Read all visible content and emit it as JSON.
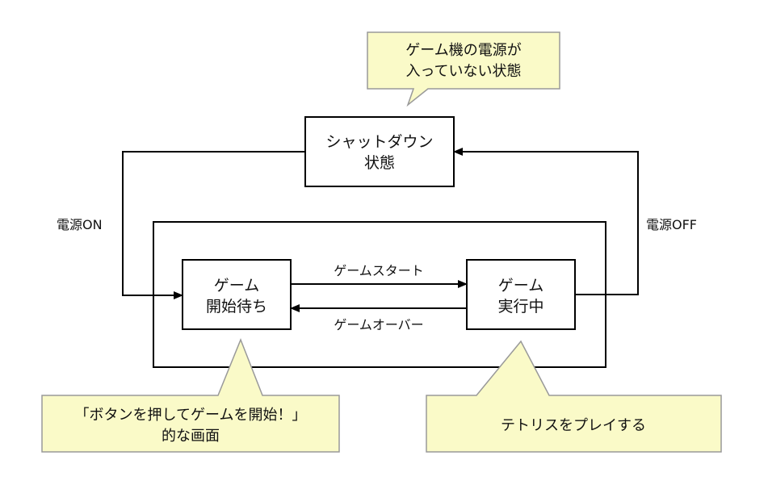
{
  "colors": {
    "line": "#000000",
    "note_fill": "#fafac8",
    "note_stroke": "#999999",
    "background": "#ffffff"
  },
  "states": {
    "shutdown": {
      "line1": "シャットダウン",
      "line2": "状態"
    },
    "waiting": {
      "line1": "ゲーム",
      "line2": "開始待ち"
    },
    "running": {
      "line1": "ゲーム",
      "line2": "実行中"
    }
  },
  "transitions": {
    "power_on": "電源ON",
    "power_off": "電源OFF",
    "game_start": "ゲームスタート",
    "game_over": "ゲームオーバー"
  },
  "notes": {
    "power_off_note": {
      "line1": "ゲーム機の電源が",
      "line2": "入っていない状態"
    },
    "waiting_note": {
      "line1": "「ボタンを押してゲームを開始！」",
      "line2": "的な画面"
    },
    "running_note": {
      "line1": "テトリスをプレイする"
    }
  }
}
